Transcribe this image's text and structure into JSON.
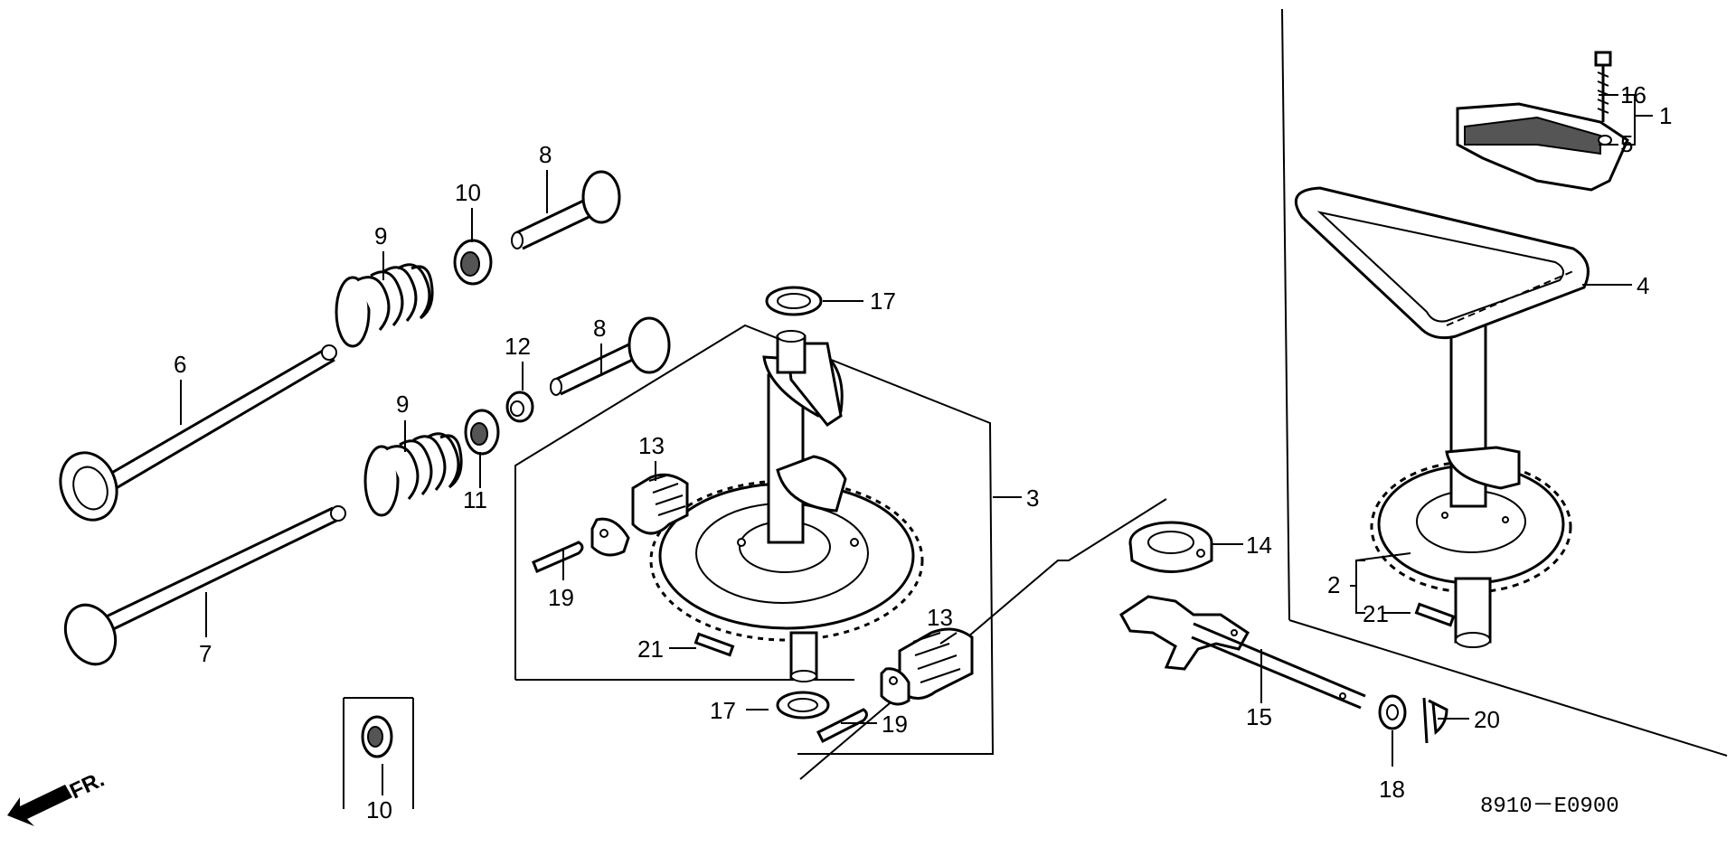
{
  "diagram": {
    "drawing_code": "8910－E0900",
    "front_marker": "FR.",
    "callouts": {
      "p1": "1",
      "p2": "2",
      "p3": "3",
      "p4": "4",
      "p5": "5",
      "p6": "6",
      "p7": "7",
      "p8a": "8",
      "p8b": "8",
      "p9a": "9",
      "p9b": "9",
      "p10a": "10",
      "p10b": "10",
      "p11": "11",
      "p12": "12",
      "p13a": "13",
      "p13b": "13",
      "p14": "14",
      "p15": "15",
      "p16": "16",
      "p17a": "17",
      "p17b": "17",
      "p18": "18",
      "p19a": "19",
      "p19b": "19",
      "p20": "20",
      "p21a": "21",
      "p21b": "21"
    }
  }
}
